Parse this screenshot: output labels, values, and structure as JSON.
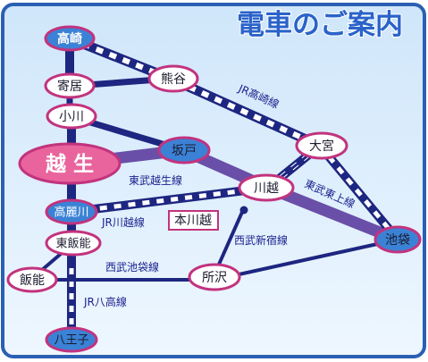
{
  "title": "電車のご案内",
  "colors": {
    "frame": "#2b5fb3",
    "background": "#d8ecfb",
    "line_dark": "#1d2680",
    "line_tobu_tojo": "#6a4fa8",
    "node_fill": "#ffffff",
    "node_border": "#c2337e",
    "node_blue": "#3b82d6",
    "hub_pink": "#e9649d"
  },
  "stations": {
    "takasaki": "高崎",
    "yorii": "寄居",
    "kumagaya": "熊谷",
    "ogawa": "小川",
    "sakado": "坂戸",
    "omiya": "大宮",
    "ogose": "越 生",
    "kawagoe": "川越",
    "komagawa": "高麗川",
    "honkawagoe": "本川越",
    "higashihanno": "東飯能",
    "ikebukuro": "池袋",
    "hanno": "飯能",
    "tokorozawa": "所沢",
    "hachioji": "八王子"
  },
  "lines": {
    "jr_takasaki": "JR高崎線",
    "tobu_ogose": "東武越生線",
    "tobu_tojo": "東武東上線",
    "jr_kawagoe": "JR川越線",
    "seibu_shinjuku": "西武新宿線",
    "seibu_ikebukuro": "西武池袋線",
    "jr_hachiko": "JR八高線"
  }
}
